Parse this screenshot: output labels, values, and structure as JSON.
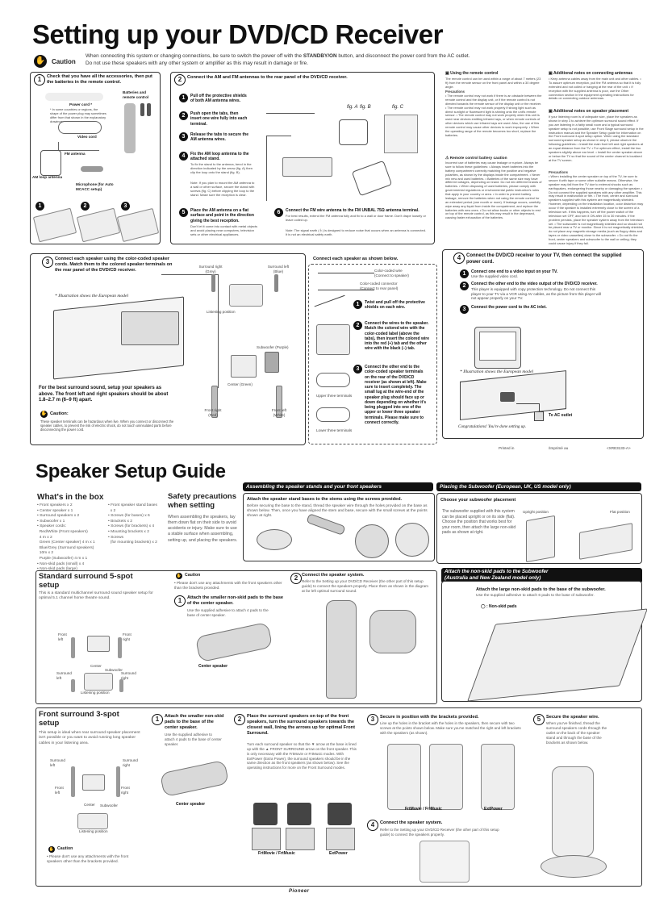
{
  "top": {
    "title": "Setting up your DVD/CD Receiver",
    "caution_label": "Caution",
    "caution_line1_a": "When connecting this system or changing connections, be sure to switch the power off with the ",
    "caution_line1_b": "STANDBY/ON",
    "caution_line1_c": " button, and disconnect the power cord from the AC outlet.",
    "caution_line2": "Do not use these speakers with any other system or amplifier as this may result in damage or fire."
  },
  "sec1": {
    "num": "1",
    "title": "Check that you have all the accessories, then put the batteries in the remote control.",
    "power_cord": "Power cord *",
    "power_note": "* In some countries or regions, the shape of the power plug may sometimes differ from that shown in the explanatory drawings.",
    "batteries": "Batteries and remote control",
    "video_cord": "Video cord",
    "fm_antenna": "FM antenna",
    "am_antenna": "AM loop antenna",
    "microphone": "Microphone (for Auto MCACC setup)",
    "sub1": "1",
    "sub2": "2",
    "sub3": "3"
  },
  "sec2": {
    "num": "2",
    "title": "Connect the AM and FM antennas to the rear panel of the DVD/CD receiver.",
    "s1": "Pull off the protective shields of both AM antenna wires.",
    "s2": "Push open the tabs, then insert one wire fully into each terminal.",
    "s3": "Release the tabs to secure the AM antenna wires.",
    "s4_title": "Fix the AM loop antenna to the attached stand.",
    "s4_body": "To fix the stand to the antenna, bend in the direction indicated by the arrow (fig. A) then clip the loop onto the stand (fig. B).",
    "s4_note": "Note: If you plan to mount the AM antenna to a wall or other surface, secure the stand with screws (fig. C) before clipping the loop to the stand. Make sure the reception is clear.",
    "s5_title": "Place the AM antenna on a flat surface and point in the direction giving the best reception.",
    "s5_body": "Don't let it come into contact with metal objects and avoid placing near computers, television sets or other electrical appliances.",
    "s6_title": "Connect the FM wire antenna to the FM UNBAL 75Ω antenna terminal.",
    "s6_body": "For best results, extend the FM antenna fully and fix to a wall or door frame. Don't drape loosely or leave coiled up.",
    "s6_note": "Note: The signal earth (⏚) is designed to reduce noise that occurs when an antenna is connected. It is not an electrical safety earth.",
    "figA": "fig. A",
    "figB": "fig. B",
    "figC": "fig. C",
    "n1": "1",
    "n2": "2",
    "n3": "3",
    "n4": "4",
    "n5": "5",
    "n6": "6"
  },
  "notes": {
    "remote_title": "Using the remote control",
    "remote_body": "The remote control can be used within a range of about 7 meters (23 ft) from the remote sensor on the front panel and within a 30 degree angle.",
    "precautions": "Precautions",
    "remote_prec": "• The remote control may not work if there is an obstacle between the remote control and the display unit, or if the remote control is not directed towards the remote sensor of the display unit or the receiver. • The remote control may not work properly if strong light such as direct sunlight or fluorescent light is shining onto the unit's remote sensor. • The remote control may not work properly when this unit is used near devices emitting infrared rays, or when remote controls of other devices which use infrared rays are used. Also, the use of this remote control may cause other devices to work improperly. • When the operating range of the remote becomes too short, replace the batteries.",
    "battery_title": "Remote control battery caution",
    "battery_body": "Incorrect use of batteries may cause leakage or rupture. Always be sure to follow these guidelines: • Always insert batteries into the battery compartment correctly matching the positive and negative polarities, as shown by the displays inside the compartment. • Never mix new and used batteries. • Batteries of the same size may have different voltages, depending on brand. Do not mix different brands of batteries. • When disposing of used batteries, please comply with governmental regulations or environmental public instruction's rules that apply in your country or area. • In order to prevent battery leakage, remove the batteries when not using the remote control for an extended period (one month or more). If leakage occurs, carefully wipe away any liquid from inside the compartment, and replace the batteries with new ones. • Do not allow books or other objects to rest on top of the remote control, as this may result in the depressed, causing faster exhaustion of the batteries.",
    "conn_title": "Additional notes on connecting antennas",
    "conn_body": "• Keep antenna cables away from the main unit and other cables. • To assure optimum reception, pull the FM antenna so that it is fully extended and not coiled or hanging at the rear of the unit. • If reception with the supplied antenna is poor, use the Other connection section in the equipment operating instructions for details on connecting outdoor antennas.",
    "spk_title": "Additional notes on speaker placement",
    "spk_body": "If your listening room is of adequate size, place the speakers as shown in step 3 to achieve the optimum surround sound effect. If you are listening in a fairly small room and a typical surround speaker setup is not possible, use Front Stage surround setup in the instruction manual and the Speaker Setup guide for information on the Front surround 3-spot setup option. When using the standard surround speaker setup as shown in step 3, please observe the following guidelines: • Install the main front left and right speakers at an equal distance from the TV. • For optimum effect, install the two speakers slightly above ear level. • Install the center speaker above or below the TV so that the sound of the center channel is localized at the TV screen.",
    "prec2": "Precautions",
    "prec2_body": "• When installing the center speaker on top of the TV, be sure to secure it with tape or some other suitable means. Otherwise, the speaker may fall from the TV due to external shocks such as earthquakes, endangering those nearby or damaging the speaker. • Do not connect the supplied speakers with any other amplifier. This may result in malfunction or fire. • The front, center and surround speakers supplied with this system are magnetically shielded. However, depending on the installation location, color distortion may occur if the speaker is installed extremely close to the screen of a television set. If this happens, turn off the power switch of the television set OFF, and turn it ON after 15 to 30 minutes. If the problem persists, place the speaker system away from the television set. • The subwoofer is not magnetically shielded and so should not be placed near a TV or monitor. Since it is not magnetically shielded, do not place any magnetic storage media (such as floppy disks and tapes or video cassettes) close to the subwoofer. • Do not fix the front, center speakers and subwoofer to the wall or ceiling; they could cause injury if they fall."
  },
  "sec3": {
    "num": "3",
    "title": "Connect each speaker using the color-coded speaker cords. Match them to the colored speaker terminals on the rear panel of the DVD/CD receiver.",
    "euro_note": "* Illustration shows the European model",
    "surround_right": "Surround right (Grey)",
    "surround_left": "Surround left (Blue)",
    "listening": "Listening position",
    "subwoofer": "Subwoofer (Purple)",
    "center": "Center (Green)",
    "front_right": "Front right (Red)",
    "front_left": "Front left (White)",
    "best_sound": "For the best surround sound, setup your speakers as above. The front left and right speakers should be about 1.8–2.7 m (6–9 ft) apart.",
    "caution": "Caution:",
    "caution_body": "These speaker terminals can be hazardous when live. When you connect or disconnect the speaker cables, to prevent the risk of electric shock, do not touch uninsulated parts before disconnecting the power cord.",
    "conn_title": "Connect each speaker as shown below.",
    "color_wire": "Color-coded wire (Connect to speaker)",
    "color_conn": "Color-coded connector (Connect to rear panel)",
    "c1": "Twist and pull off the protective shields on each wire.",
    "c2": "Connect the wires to the speaker. Match the colored wire with the color-coded label (above the tabs), then insert the colored wire into the red (+) tab and the other wire with the black (–) tab.",
    "c3": "Connect the other end to the color-coded speaker terminals on the rear of the DVD/CD receiver (as shown at left). Make sure to insert completely. The small lug at the wire-end of the speaker plug should face up or down depending on whether it's being plugged into one of the upper or lower three speaker terminals. Please make sure to connect correctly.",
    "upper": "Upper three terminals",
    "lower": "Lower three terminals",
    "n1": "1",
    "n2": "2",
    "n3": "3"
  },
  "sec4": {
    "num": "4",
    "title": "Connect the DVD/CD receiver to your TV, then connect the supplied power cord.",
    "s1": "Connect one end to a video input on your TV.",
    "s1_sub": "Use the supplied video cord.",
    "s2": "Connect the other end to the video output of the DVD/CD receiver.",
    "s2_sub": "This player is equipped with copy protection technology. Do not connect this player to your TV via a VCR using AV cables, as the picture from this player will not appear properly on your TV.",
    "s3": "Connect the power cord to the AC inlet.",
    "euro_note": "* Illustration shows the European model",
    "ac": "To AC outlet",
    "congrats": "Congratulations! You're done setting up.",
    "n1": "1",
    "n2": "2",
    "n3": "3",
    "footer_l": "Printed in",
    "footer_m": "/Imprimé au",
    "footer_r": "<XRE3133-A>"
  },
  "guide": {
    "title": "Speaker Setup Guide",
    "box_title": "What's in the box",
    "box_col1": [
      "• Front speakers x 2",
      "• Center speaker x 1",
      "• Surround speakers x 2",
      "• Subwoofer x 1",
      "• Speaker cords:",
      "  Red/White (Front speakers)",
      "  4 m x 2",
      "  Green (Center speaker) 4 m x 1",
      "  Blue/Grey (Surround speakers)",
      "  10m x 2",
      "  Purple (Subwoofer) 4 m x 1",
      "• Non-skid pads (small) x 4",
      "• Non-skid pads (large)",
      "  – European, UK, US model x 4",
      "  – Australia, New Zealand model x 6"
    ],
    "box_col2": [
      "• Front speaker stand bases",
      "  x 2",
      "• Screws (for bases) x 6",
      "• Brackets x 2",
      "• Screws (for brackets) x 4",
      "• Mounting brackets x 2",
      "• Screws",
      "  (for mounting brackets) x 2"
    ],
    "safety_title": "Safety precautions when setting",
    "safety_body": "When assembling the speakers, lay them down flat on their side to avoid accidents or injury. Make sure to use a stable surface when assembling, setting up, and placing the speakers.",
    "assemble_band": "Assembling the speaker stands and your front speakers",
    "assemble_title": "Attach the speaker stand bases to the stems using the screws provided.",
    "assemble_body": "Before securing the base to the stand, thread the speaker wire through the holes provided on the base as shown below. Then, once you have aligned the stem and base, secure with the small screws at the points shown at right.",
    "sub_band_a": "Placing the Subwoofer ",
    "sub_band_b": "(European, UK, US model only)",
    "sub_title": "Choose your subwoofer placement",
    "sub_body": "The subwoofer supplied with this system can be placed upright or on its side (flat). Choose the position that works best for your room, then attach the large non-skid pads as shown at right.",
    "upright": "Upright position",
    "flat": "Flat position"
  },
  "std": {
    "title": "Standard surround 5-spot setup",
    "body": "This is a standard multichannel surround sound speaker setup for optimal 5.1 channel home theatre sound.",
    "front_left": "Front left",
    "front_right": "Front right",
    "center": "Center",
    "subwoofer": "Subwoofer",
    "surround_left": "Surround left",
    "surround_right": "Surround right",
    "listening": "Listening position",
    "caution": "Caution",
    "caution_body": "• Please don't use any attachments with the front speakers other than the brackets provided.",
    "s1_num": "1",
    "s1": "Attach the smaller non-skid pads to the base of the center speaker.",
    "s1_sub": "Use the supplied adhesive to attach 4 pads to the base of center speaker.",
    "center_speaker": "Center speaker",
    "s2_num": "2",
    "s2": "Connect the speaker system.",
    "s2_sub": "Refer to the Setting up your DVD/CD Receiver (the other part of this setup guide) to connect the speakers properly. Place them as shown in the diagram at far left optimal surround sound.",
    "anz_band_a": "Attach the non-skid pads to the Subwoofer",
    "anz_band_b": "(Australia and New Zealand model only)",
    "anz_title": "Attach the large non-skid pads to the base of the subwoofer.",
    "anz_sub": "Use the supplied adhesive to attach 6 pads to the base of subwoofer.",
    "anz_legend": ": Non-skid pads"
  },
  "fs": {
    "title": "Front surround 3-spot setup",
    "body": "This setup is ideal when rear surround speaker placement isn't possible or you want to avoid running long speaker cables in your listening area.",
    "surround_left": "Surround left",
    "surround_right": "Surround right",
    "front_left": "Front left",
    "front_right": "Front right",
    "center": "Center",
    "subwoofer": "Subwoofer",
    "listening": "Listening position",
    "caution": "Caution",
    "caution_body": "• Please don't use any attachments with the front speakers other than the brackets provided.",
    "s1_num": "1",
    "s1": "Attach the smaller non-skid pads to the base of the center speaker.",
    "s1_sub": "Use the supplied adhesive to attach 4 pads to the base of center speaker.",
    "center_speaker": "Center speaker",
    "s2_num": "2",
    "s2": "Place the surround speakers on top of the front speakers, turn the surround speakers towards the closest wall, lining the arrows up for optimal Front Surround.",
    "s2_sub": "Turn each surround speaker so that the ▼ arrow at the base is lined up with the ▲ FRONT SURROUND arrow on the front speaker. This is only necessary with the FrtMovie or FrtMusic modes. With ExtPower (Extra Power), the surround speakers should be in the same direction as the front speakers (as shown below). See the operating instructions for more on the Front Surround modes.",
    "fm_label": "FrtMovie / FrtMusic",
    "ext_label": "ExtPower",
    "s3_num": "3",
    "s3": "Secure in position with the brackets provided.",
    "s3_sub": "Line up the holes in the bracket with the holes in the speakers, then secure with two screws at the points shown below. Make sure you've matched the right and left brackets with the speakers (as shown).",
    "fm_label2": "FrtMovie / FrtMusic",
    "ext_label2": "ExtPower",
    "s4_num": "4",
    "s4": "Connect the speaker system.",
    "s4_sub": "Refer to the Setting up your DVD/CD Receiver (the other part of this setup guide) to connect the speakers properly.",
    "s5_num": "5",
    "s5": "Secure the speaker wire.",
    "s5_sub": "When you've finished, thread the surround speakers cords through the outlet on the back of the speaker stand and through the base of the brackets as shown below.",
    "brand": "Pioneer"
  }
}
